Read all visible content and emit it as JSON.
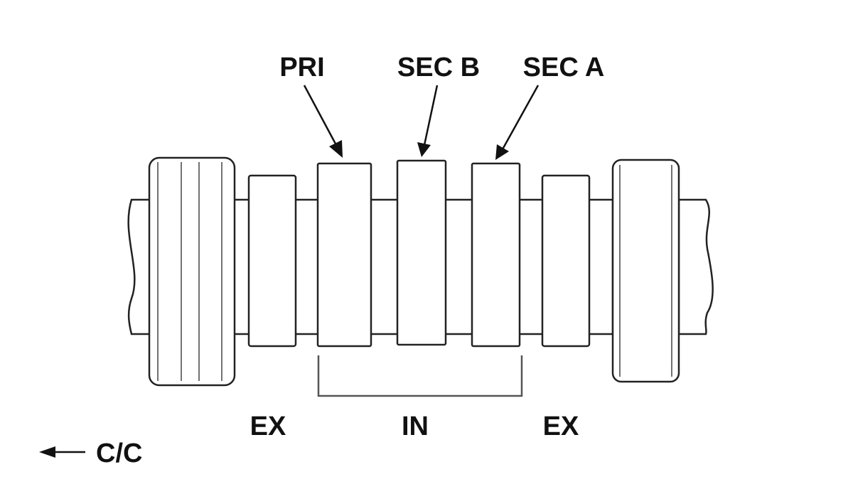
{
  "labels": {
    "pri": "PRI",
    "sec_b": "SEC B",
    "sec_a": "SEC A",
    "ex_left": "EX",
    "in": "IN",
    "ex_right": "EX",
    "direction": "C/C"
  },
  "colors": {
    "line": "#222222",
    "text": "#111111",
    "background": "#ffffff"
  }
}
